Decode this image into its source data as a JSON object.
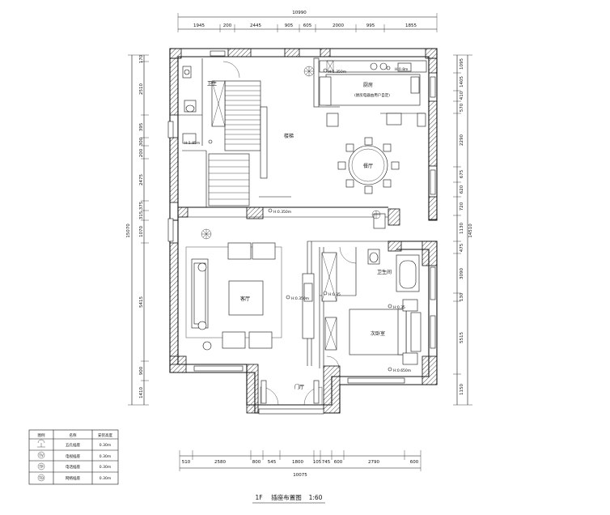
{
  "top_dims": {
    "total": "10990",
    "segments": [
      "1945",
      "200",
      "2445",
      "905",
      "605",
      "2000",
      "995",
      "1855"
    ]
  },
  "bottom_dims": {
    "total": "10075",
    "segments": [
      "510",
      "2580",
      "800",
      "545",
      "1800",
      "105",
      "745",
      "600",
      "2790",
      "600"
    ]
  },
  "left_dims": {
    "total": "15070",
    "segments": [
      "170",
      "2510",
      "395",
      "300",
      "200",
      "2475",
      "375",
      "315",
      "1070",
      "5415",
      "900",
      "1410"
    ]
  },
  "right_dims": {
    "total": "14510",
    "segments": [
      "1095",
      "1405",
      "410",
      "570",
      "2290",
      "675",
      "620",
      "720",
      "1130",
      "475",
      "3090",
      "130",
      "5515",
      "1150"
    ]
  },
  "rooms": {
    "bathroom": "卫生",
    "stair_hall": "楼梯",
    "kitchen": "厨房",
    "kitchen_note": "(厨房电器由用户自定)",
    "dining": "餐厅",
    "living": "客厅",
    "master_bath": "卫生间",
    "bedroom": "次卧室",
    "entry": "门厅"
  },
  "annotations": {
    "a1": "H:1.350m",
    "a2": "H:0.8m",
    "a3": "H:1.85m",
    "a4": "H:0.350m",
    "a5": "H:0.350m",
    "a6": "H:0.35",
    "a7": "H:0.650m",
    "a8": "H:0.35"
  },
  "legend": {
    "headers": [
      "图例",
      "名称",
      "安装高度"
    ],
    "rows": [
      {
        "icon": "five-hole-socket-icon",
        "name": "五孔插座",
        "height": "0.30m"
      },
      {
        "icon": "tv-socket-icon",
        "name": "电视插座",
        "height": "0.30m"
      },
      {
        "icon": "phone-socket-icon",
        "name": "电话插座",
        "height": "0.30m"
      },
      {
        "icon": "network-socket-icon",
        "name": "网络插座",
        "height": "0.30m"
      }
    ]
  },
  "title": {
    "floor": "1F",
    "name": "插座布置图",
    "scale": "1:60"
  }
}
